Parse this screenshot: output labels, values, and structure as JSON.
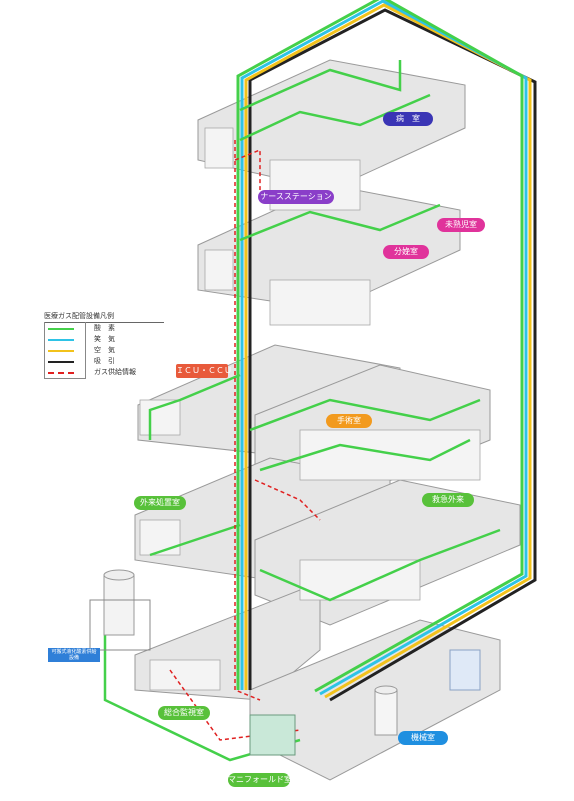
{
  "legend": {
    "title": "医療ガス配管設備凡例",
    "items": [
      {
        "label": "酸　素",
        "color": "#44d04a",
        "style": "solid"
      },
      {
        "label": "笑　気",
        "color": "#2ec3e6",
        "style": "solid"
      },
      {
        "label": "空　気",
        "color": "#f2c21b",
        "style": "solid"
      },
      {
        "label": "吸　引",
        "color": "#222222",
        "style": "solid"
      },
      {
        "label": "ガス供給情報",
        "color": "#e02020",
        "style": "dashed"
      }
    ]
  },
  "rooms": {
    "ward": "病　室",
    "nurse_station": "ナースステーション",
    "infant_room": "未熟児室",
    "delivery_room": "分娩室",
    "icu_ccu": "ＩＣＵ・ＣＣＵ",
    "operating_room": "手術室",
    "outpatient_treatment": "外来処置室",
    "emergency_outpatient": "救急外来",
    "central_monitoring": "総合監視室",
    "machine_room": "機械室",
    "manifold_room": "マニフォールド室"
  },
  "equipment": {
    "liquid_oxygen": "可搬式液化酸素供給設備"
  },
  "colors": {
    "oxygen": "#44d04a",
    "nitrous": "#2ec3e6",
    "air": "#f2c21b",
    "suction": "#222222",
    "gas_info": "#e02020",
    "floor_fill": "#e6e6e6",
    "floor_edge": "#9a9a9a",
    "wall": "#d8d8d8"
  }
}
